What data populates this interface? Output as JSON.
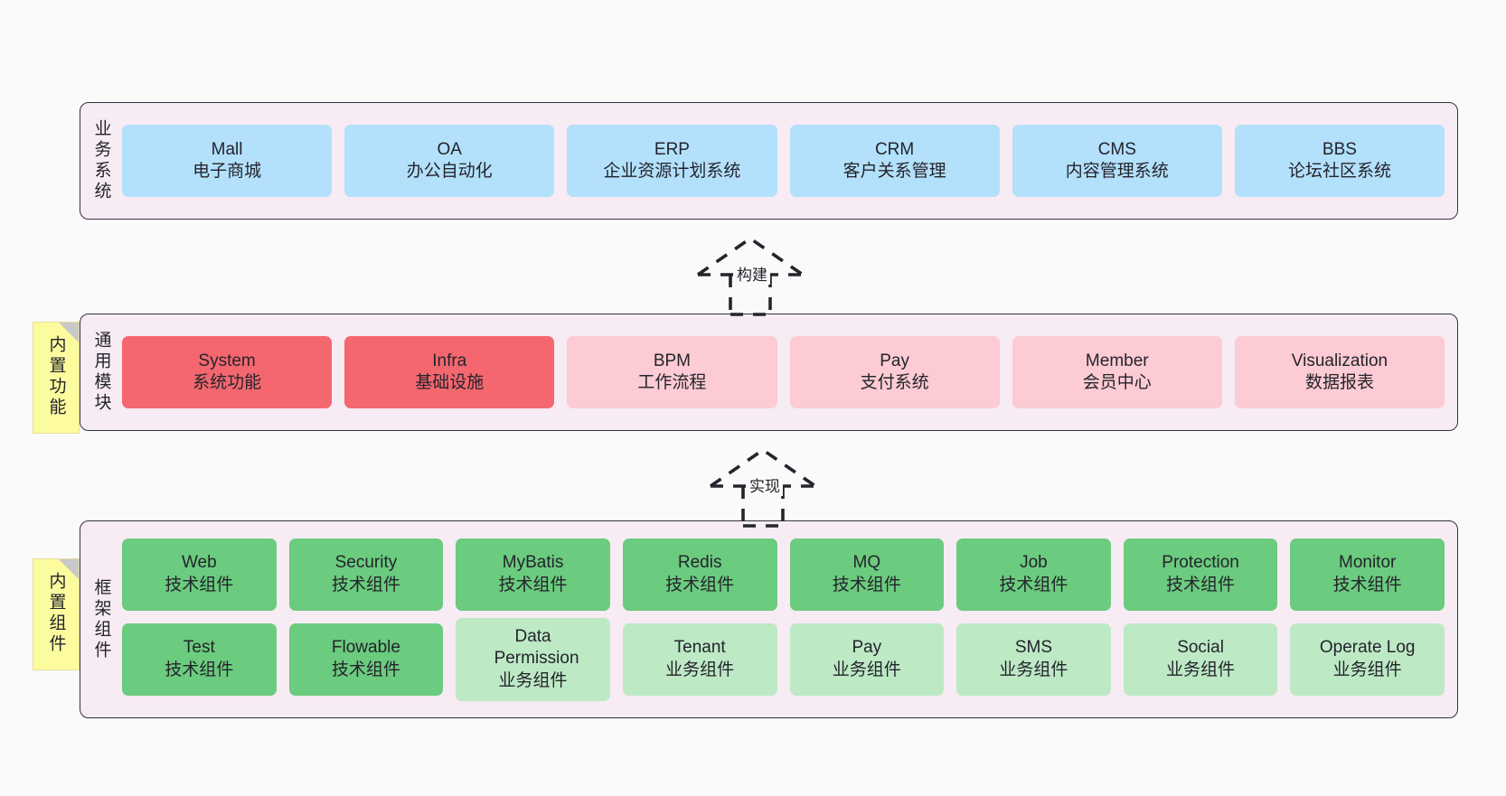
{
  "diagram": {
    "background_color": "#FAFAFA",
    "panel_color": "#F7EBF4",
    "panel_border_color": "#333340"
  },
  "layers": [
    {
      "id": "business-systems",
      "title": "业务系统",
      "node_color": "#B3E0FB",
      "rows": [
        {
          "nodes": [
            {
              "name": "Mall",
              "desc": "电子商城"
            },
            {
              "name": "OA",
              "desc": "办公自动化"
            },
            {
              "name": "ERP",
              "desc": "企业资源计划系统"
            },
            {
              "name": "CRM",
              "desc": "客户关系管理"
            },
            {
              "name": "CMS",
              "desc": "内容管理系统"
            },
            {
              "name": "BBS",
              "desc": "论坛社区系统"
            }
          ]
        }
      ]
    },
    {
      "id": "common-modules",
      "title": "通用模块",
      "sticky": "内置功能",
      "node_color_strong": "#F4676F",
      "node_color_soft": "#FCCBD3",
      "rows": [
        {
          "nodes": [
            {
              "name": "System",
              "desc": "系统功能",
              "style": "strong"
            },
            {
              "name": "Infra",
              "desc": "基础设施",
              "style": "strong"
            },
            {
              "name": "BPM",
              "desc": "工作流程",
              "style": "soft"
            },
            {
              "name": "Pay",
              "desc": "支付系统",
              "style": "soft"
            },
            {
              "name": "Member",
              "desc": "会员中心",
              "style": "soft"
            },
            {
              "name": "Visualization",
              "desc": "数据报表",
              "style": "soft"
            }
          ]
        }
      ]
    },
    {
      "id": "framework-components",
      "title": "框架组件",
      "sticky": "内置组件",
      "node_color_tech": "#6BCB7E",
      "node_color_biz": "#BDE9C5",
      "rows": [
        {
          "nodes": [
            {
              "name": "Web",
              "desc": "技术组件",
              "style": "tech"
            },
            {
              "name": "Security",
              "desc": "技术组件",
              "style": "tech"
            },
            {
              "name": "MyBatis",
              "desc": "技术组件",
              "style": "tech"
            },
            {
              "name": "Redis",
              "desc": "技术组件",
              "style": "tech"
            },
            {
              "name": "MQ",
              "desc": "技术组件",
              "style": "tech"
            },
            {
              "name": "Job",
              "desc": "技术组件",
              "style": "tech"
            },
            {
              "name": "Protection",
              "desc": "技术组件",
              "style": "tech"
            },
            {
              "name": "Monitor",
              "desc": "技术组件",
              "style": "tech"
            }
          ]
        },
        {
          "nodes": [
            {
              "name": "Test",
              "desc": "技术组件",
              "style": "tech"
            },
            {
              "name": "Flowable",
              "desc": "技术组件",
              "style": "tech"
            },
            {
              "name": "Data Permission",
              "desc": "业务组件",
              "style": "biz"
            },
            {
              "name": "Tenant",
              "desc": "业务组件",
              "style": "biz"
            },
            {
              "name": "Pay",
              "desc": "业务组件",
              "style": "biz"
            },
            {
              "name": "SMS",
              "desc": "业务组件",
              "style": "biz"
            },
            {
              "name": "Social",
              "desc": "业务组件",
              "style": "biz"
            },
            {
              "name": "Operate Log",
              "desc": "业务组件",
              "style": "biz"
            }
          ]
        }
      ]
    }
  ],
  "connectors": [
    {
      "id": "build",
      "label": "构建",
      "from": "common-modules",
      "to": "business-systems"
    },
    {
      "id": "implement",
      "label": "实现",
      "from": "framework-components",
      "to": "common-modules"
    }
  ]
}
